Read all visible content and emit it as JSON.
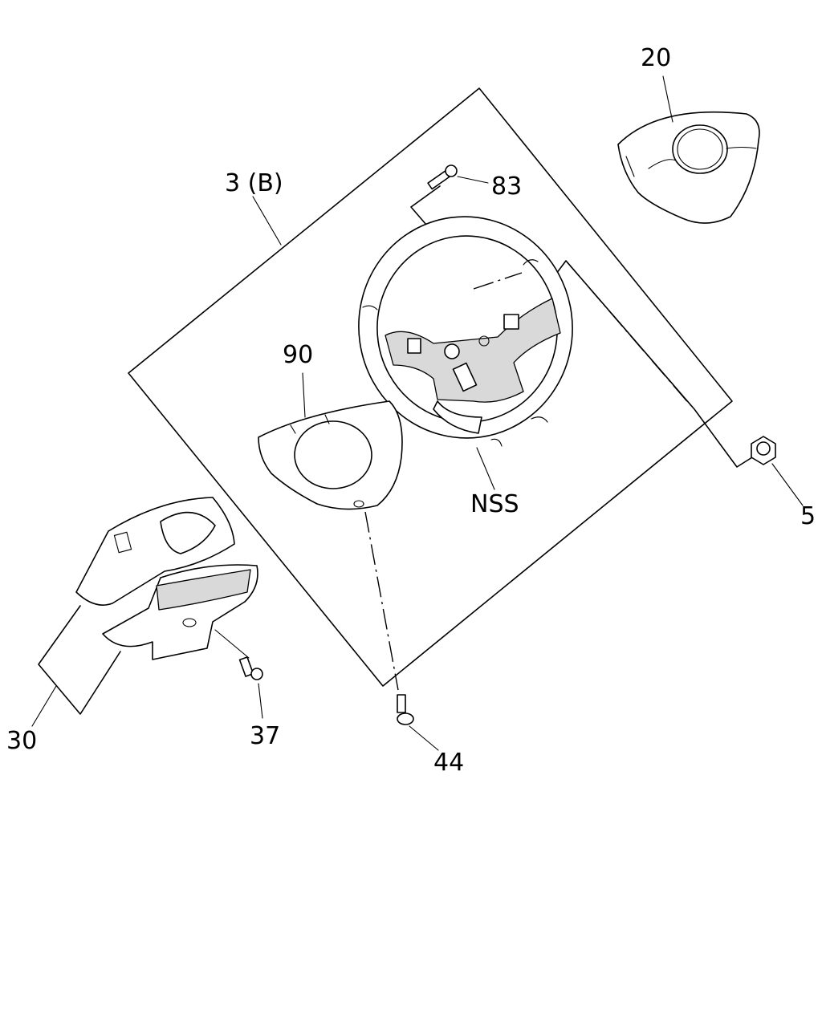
{
  "labels": {
    "l20": "20",
    "l3b": "3 (B)",
    "l83": "83",
    "l90": "90",
    "lnss": "NSS",
    "l5": "5",
    "l30": "30",
    "l37": "37",
    "l44": "44"
  }
}
